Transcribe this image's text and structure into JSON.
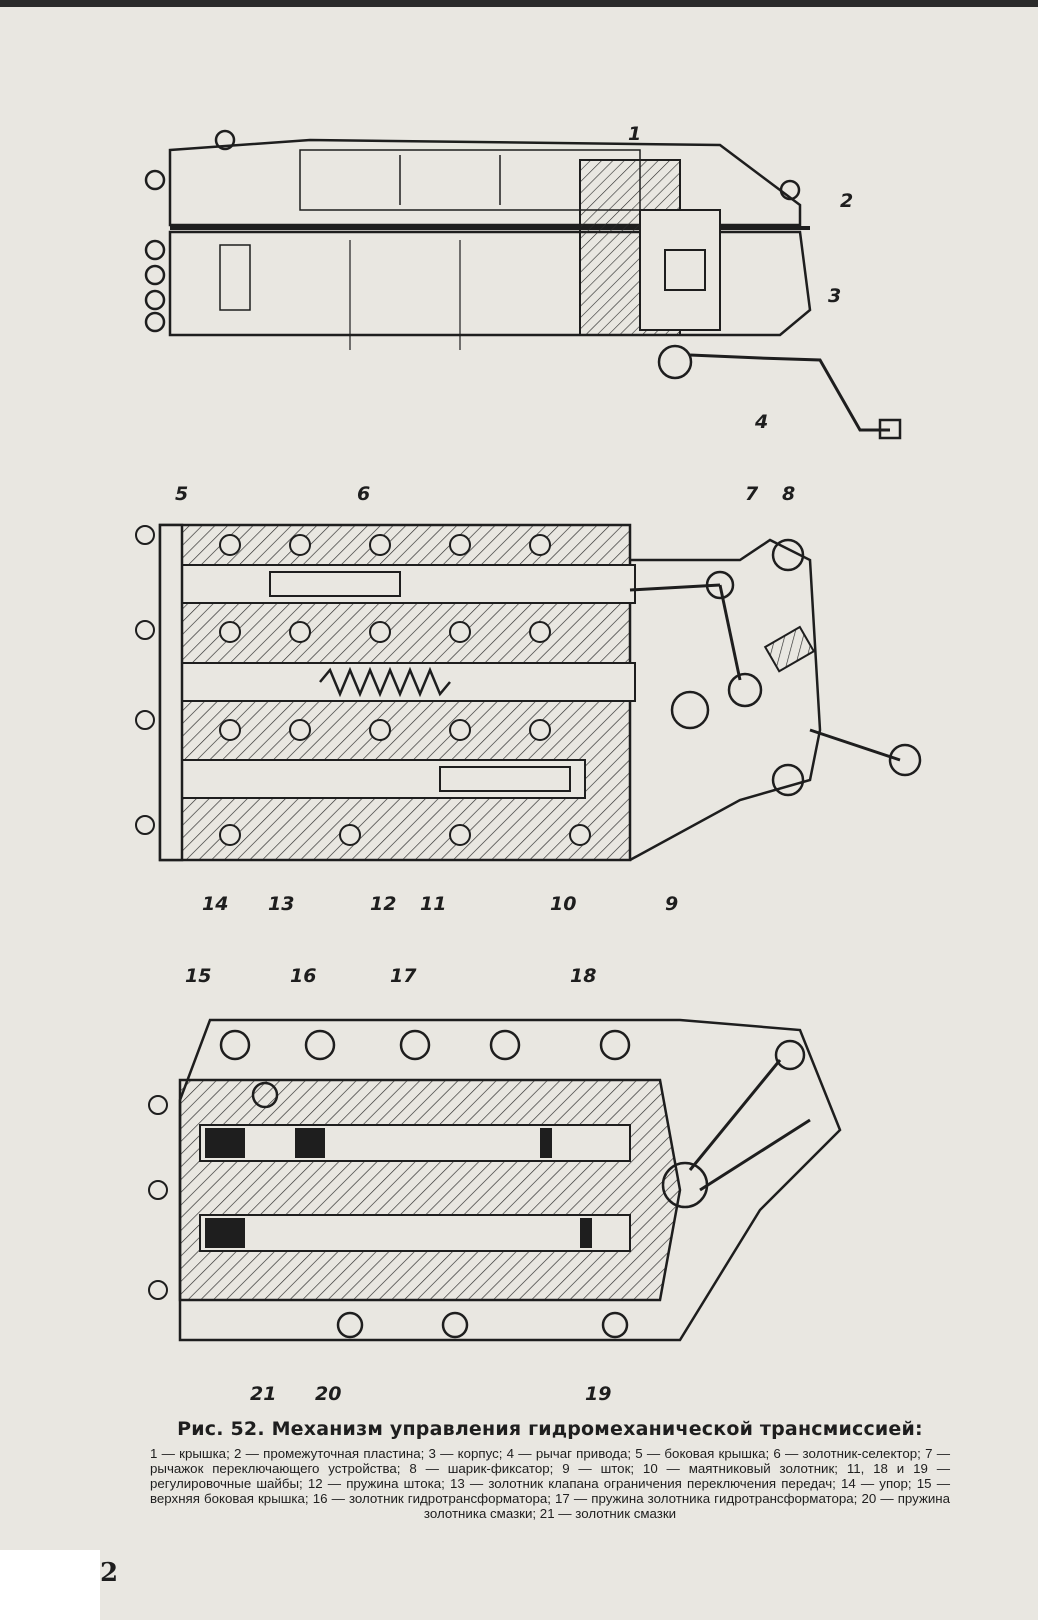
{
  "figures": {
    "top": {
      "callouts": [
        "1",
        "2",
        "3",
        "4"
      ]
    },
    "middle": {
      "callouts": [
        "5",
        "6",
        "7",
        "8",
        "14",
        "13",
        "12",
        "11",
        "10",
        "9"
      ]
    },
    "bottom": {
      "callouts": [
        "15",
        "16",
        "17",
        "18",
        "21",
        "20",
        "19"
      ]
    }
  },
  "caption": {
    "title": "Рис. 52. Механизм управления гидромеханической трансмиссией:",
    "legend": "1 — крышка; 2 — промежуточная пластина; 3 — корпус; 4 — рычаг привода; 5 — боковая крышка; 6 — золотник-селектор; 7 — рычажок переключающего устройства; 8 — шарик-фиксатор; 9 — шток; 10 — маятниковый золотник; 11, 18 и 19 — регулировочные шайбы; 12 — пружина штока; 13 — золотник клапана ограничения переключения передач; 14 — упор; 15 — верхняя боковая крышка; 16 — золотник гидротрансформатора; 17 — пружина золотника гидротрансформатора; 20 — пружина золотника смазки; 21 — золотник смазки"
  },
  "page_number": "2",
  "colors": {
    "paper": "#e9e7e1",
    "ink": "#1e1e1e"
  }
}
